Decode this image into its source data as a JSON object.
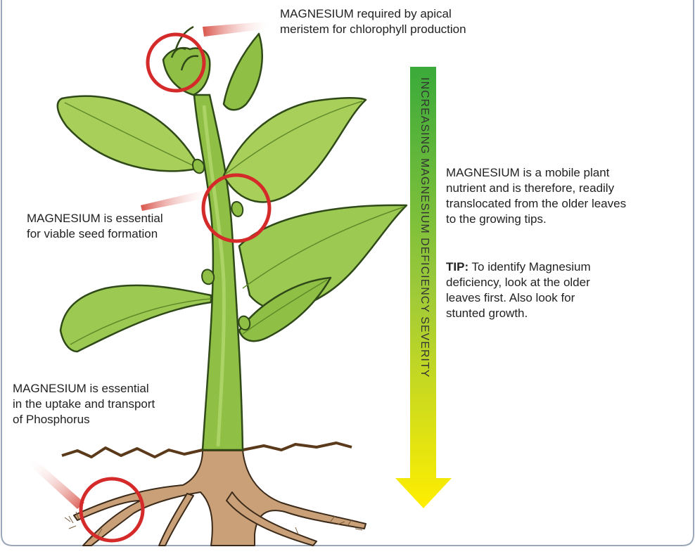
{
  "labels": {
    "apical": "MAGNESIUM required by apical\nmeristem for chlorophyll production",
    "seed": "MAGNESIUM is essential\nfor viable seed formation",
    "phosphorus": "MAGNESIUM is essential\nin the uptake and transport\nof Phosphorus"
  },
  "notes": {
    "mobile": "MAGNESIUM is a mobile plant\nnutrient and is therefore, readily\ntranslocated from the older leaves\nto the growing tips.",
    "tip_label": "TIP:",
    "tip_text": "  To identify Magnesium\ndeficiency, look at the older\nleaves first.  Also look for\nstunted growth."
  },
  "arrow": {
    "text": "INCREASING MAGNESIUM DEFICIENCY SEVERITY",
    "top_color": "#3aaa3a",
    "bottom_color": "#ffee00"
  },
  "colors": {
    "highlight_circle": "#d42a2a",
    "leaf_light": "#a8cf5a",
    "leaf_dark": "#6f9d33",
    "stem": "#8fbf45",
    "root": "#c9a077",
    "soil": "#5a3a1a",
    "panel_border": "#9aa7b8"
  }
}
